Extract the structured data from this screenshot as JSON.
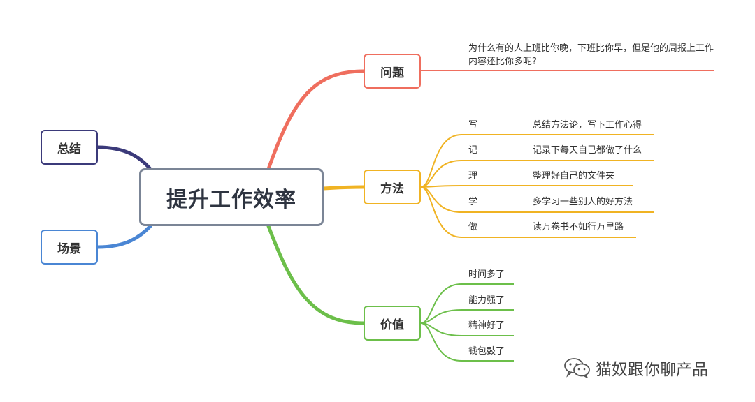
{
  "central": "提升工作效率",
  "left_nodes": [
    {
      "label": "总结",
      "color": "#3b3a7a"
    },
    {
      "label": "场景",
      "color": "#4a86d4"
    }
  ],
  "problem": {
    "label": "问题",
    "color": "#ef6e5e",
    "text": "为什么有的人上班比你晚，下班比你早，但是他的周报上工作内容还比你多呢?"
  },
  "method": {
    "label": "方法",
    "color": "#f0b323",
    "items": [
      {
        "key": "写",
        "text": "总结方法论，写下工作心得"
      },
      {
        "key": "记",
        "text": "记录下每天自己都做了什么"
      },
      {
        "key": "理",
        "text": "整理好自己的文件夹"
      },
      {
        "key": "学",
        "text": "多学习一些别人的好方法"
      },
      {
        "key": "做",
        "text": "读万卷书不如行万里路"
      }
    ]
  },
  "value": {
    "label": "价值",
    "color": "#6cbf4a",
    "items": [
      "时间多了",
      "能力强了",
      "精神好了",
      "钱包鼓了"
    ]
  },
  "watermark": {
    "text": "猫奴跟你聊产品",
    "icon": "wechat-icon"
  }
}
